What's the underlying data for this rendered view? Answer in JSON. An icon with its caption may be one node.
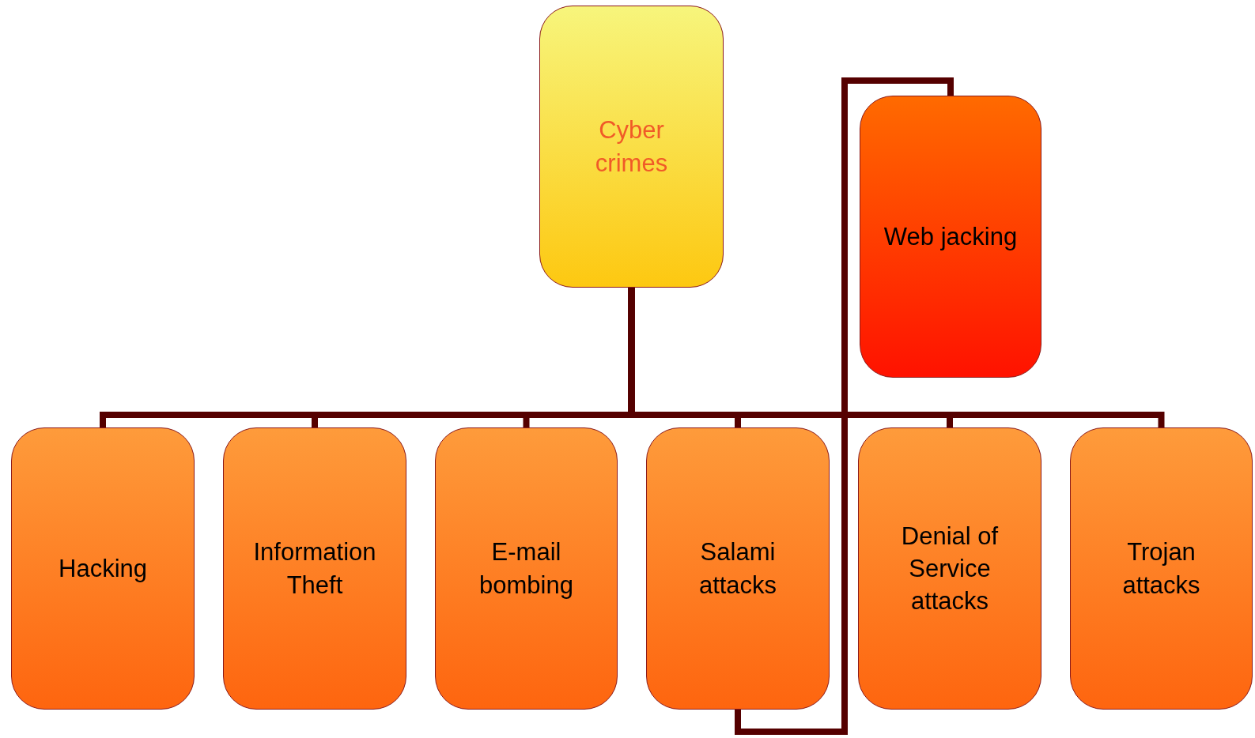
{
  "diagram": {
    "nodes": [
      {
        "text": [
          "Cyber crimes"
        ]
      },
      {
        "text": [
          "Web jacking"
        ]
      },
      {
        "text": [
          "Hacking"
        ]
      },
      {
        "text": [
          "Information Theft"
        ]
      },
      {
        "text": [
          "E-mail bombing"
        ]
      },
      {
        "text": [
          "Salami attacks"
        ]
      },
      {
        "text": [
          "Denial of Service attacks"
        ]
      },
      {
        "text": [
          "Trojan attacks"
        ]
      }
    ],
    "edges": [
      {
        "from": 0,
        "to": 2,
        "arrow": "none"
      },
      {
        "from": 0,
        "to": 3,
        "arrow": "none"
      },
      {
        "from": 0,
        "to": 4,
        "arrow": "none"
      },
      {
        "from": 0,
        "to": 5,
        "arrow": "none"
      },
      {
        "from": 0,
        "to": 6,
        "arrow": "none"
      },
      {
        "from": 0,
        "to": 7,
        "arrow": "none"
      },
      {
        "from": 5,
        "to": 1,
        "arrow": "none"
      }
    ]
  }
}
